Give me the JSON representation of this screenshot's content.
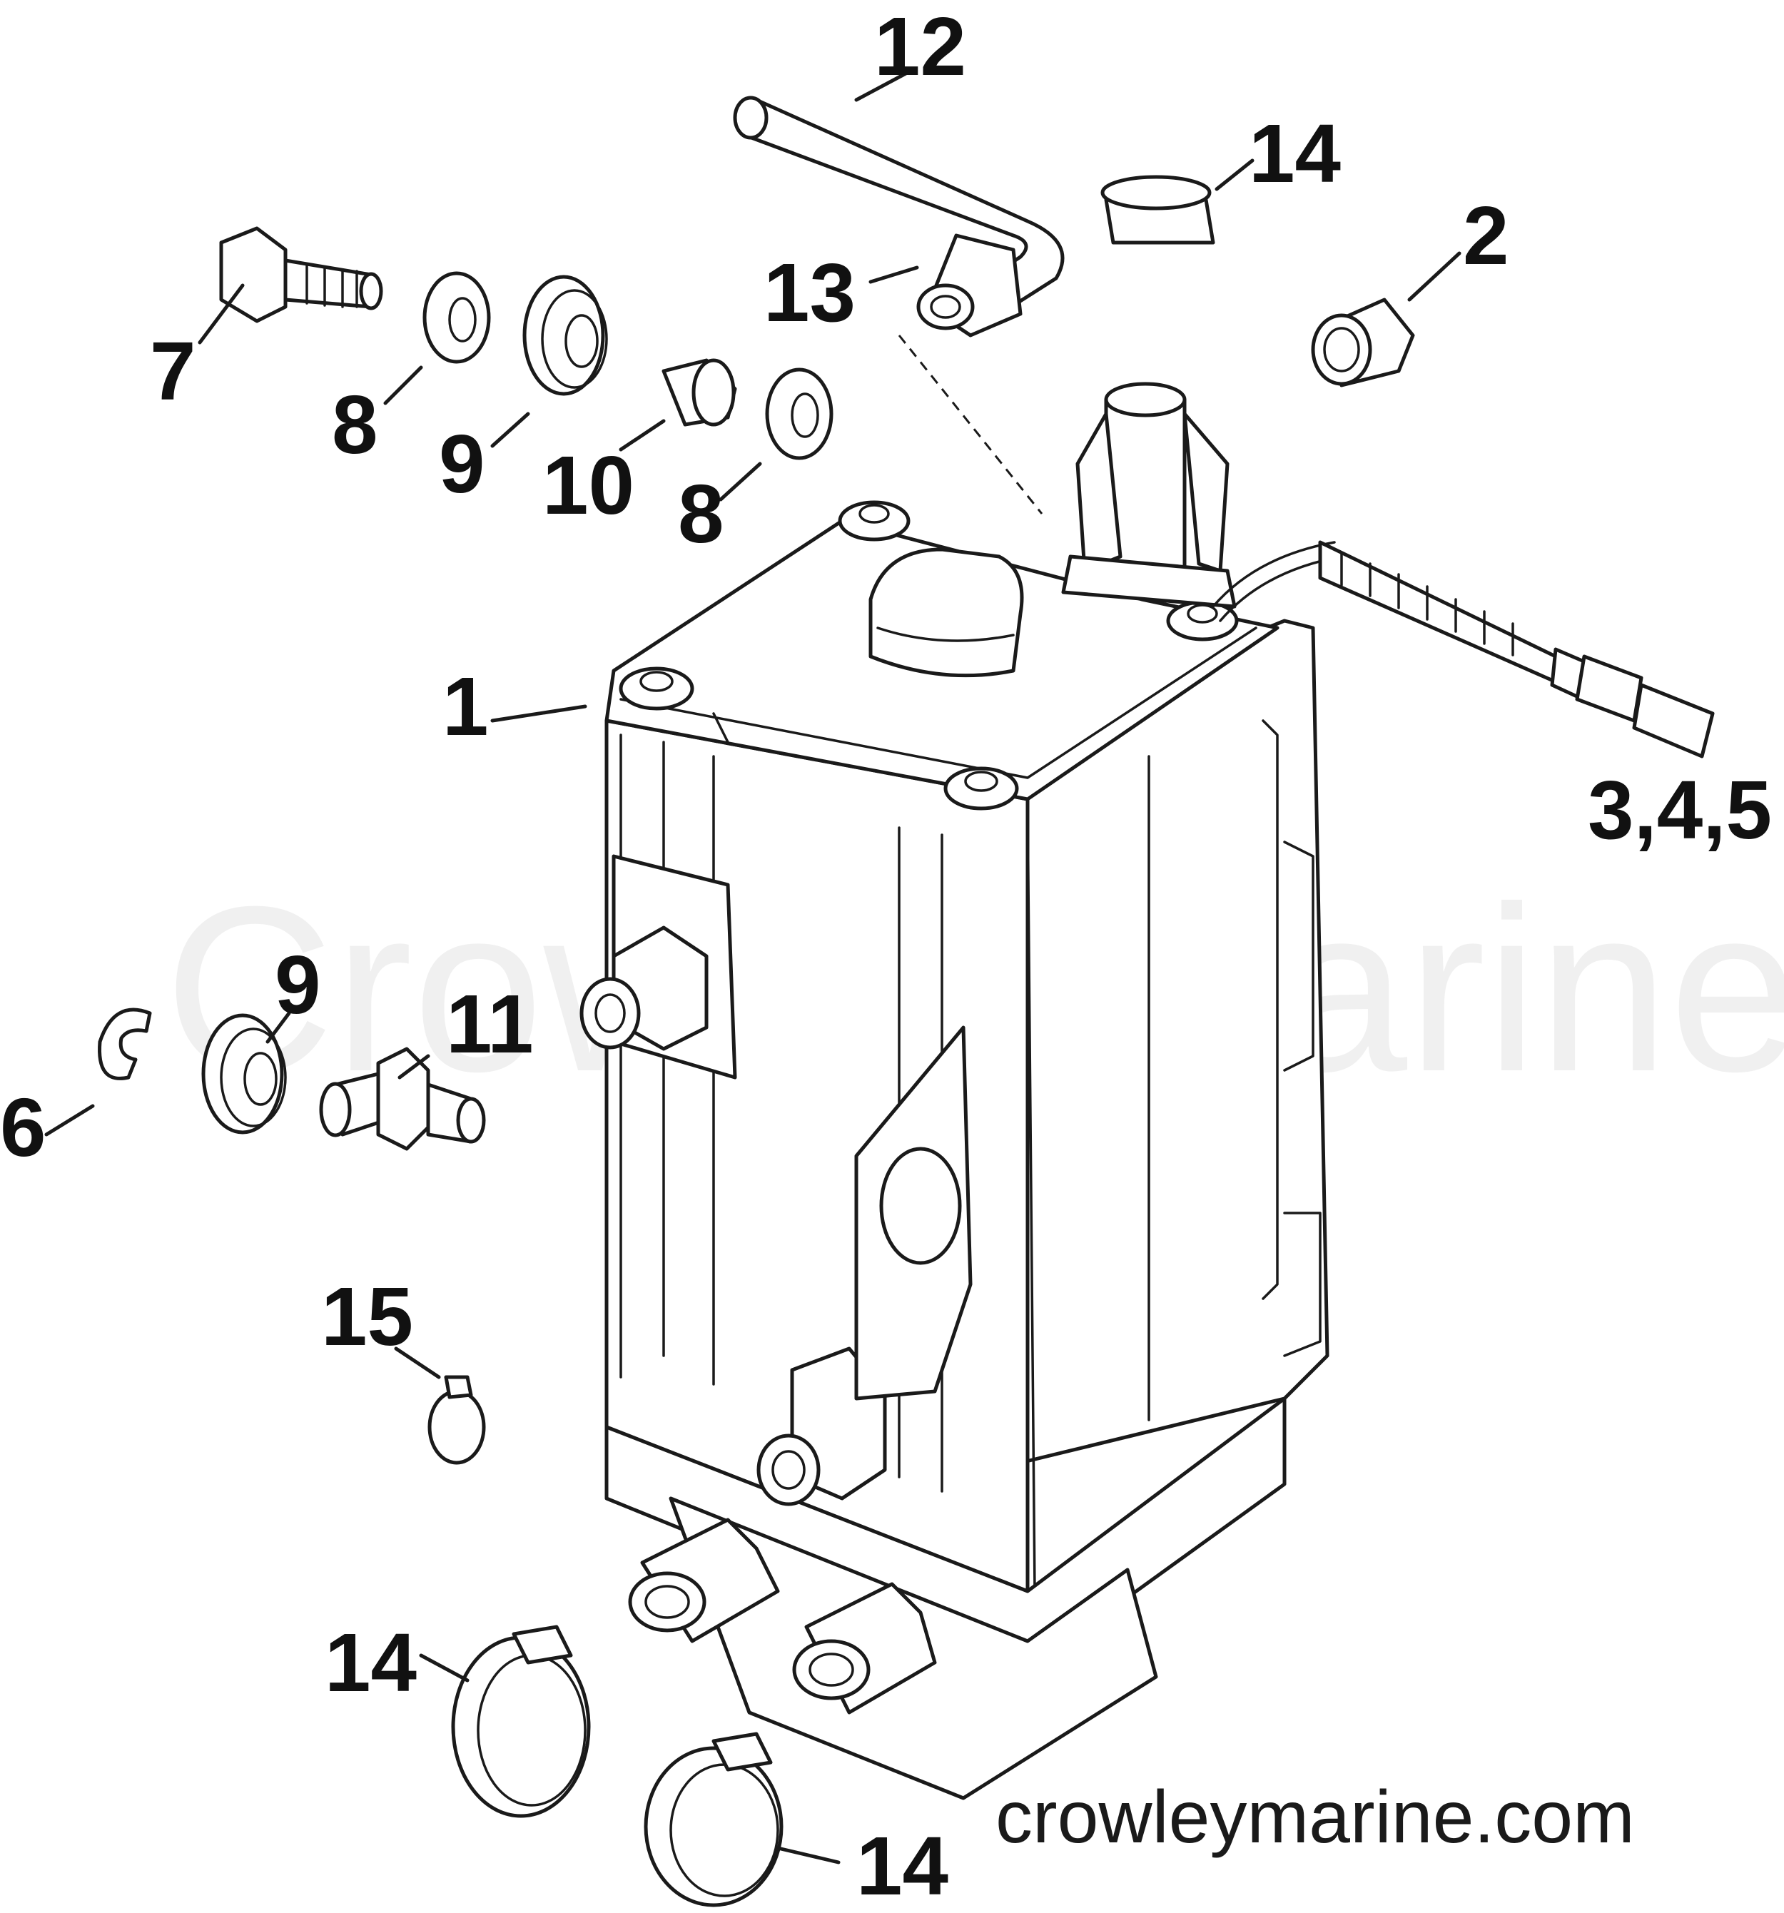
{
  "watermark_text": "Crowley Marine",
  "site_text": "crowleymarine.com",
  "callouts": {
    "c1": "1",
    "c2": "2",
    "c345": "3,4,5",
    "c6": "6",
    "c7": "7",
    "c8a": "8",
    "c8b": "8",
    "c9a": "9",
    "c9b": "9",
    "c10": "10",
    "c11": "11",
    "c12": "12",
    "c13": "13",
    "c14a": "14",
    "c14b": "14",
    "c14c": "14",
    "c15": "15"
  },
  "colors": {
    "line": "#1a1a1a",
    "background": "#ffffff"
  }
}
